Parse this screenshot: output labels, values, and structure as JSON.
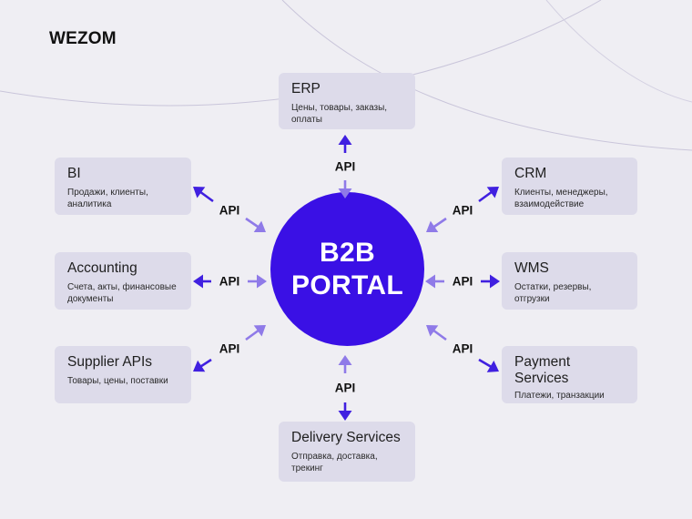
{
  "brand": {
    "logo_text": "WEZOM"
  },
  "hub": {
    "label": "B2B\nPORTAL",
    "color": "#3A10E5"
  },
  "colors": {
    "background": "#EFEEF3",
    "box": "#DDDBEA",
    "arrow_dark": "#4020E0",
    "arrow_light": "#8F7AE8"
  },
  "api_label": "API",
  "nodes": [
    {
      "id": "erp",
      "title": "ERP",
      "desc": "Цены, товары, заказы,\nоплаты"
    },
    {
      "id": "bi",
      "title": "BI",
      "desc": "Продажи, клиенты,\nаналитика"
    },
    {
      "id": "crm",
      "title": "CRM",
      "desc": "Клиенты, менеджеры,\nвзаимодействие"
    },
    {
      "id": "accounting",
      "title": "Accounting",
      "desc": "Счета, акты, финансовые\nдокументы"
    },
    {
      "id": "wms",
      "title": "WMS",
      "desc": "Остатки, резервы,\nотгрузки"
    },
    {
      "id": "supplier",
      "title": "Supplier APIs",
      "desc": "Товары, цены, поставки"
    },
    {
      "id": "payment",
      "title": "Payment\nServices",
      "desc": "Платежи, транзакции"
    },
    {
      "id": "delivery",
      "title": "Delivery Services",
      "desc": "Отправка, доставка,\nтрекинг"
    }
  ]
}
